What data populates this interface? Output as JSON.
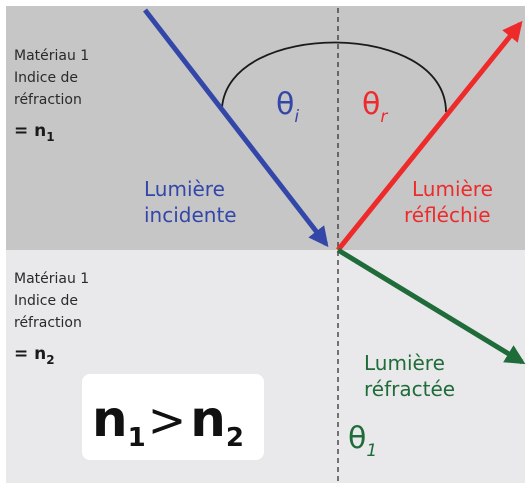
{
  "colors": {
    "top_bg": "#c6c6c7",
    "bottom_bg": "#e9e9eb",
    "frame": "#ffffff",
    "incident": "#3347a8",
    "reflected": "#ee2b2b",
    "refracted": "#1f6b3a",
    "normal_line": "#333333",
    "arc": "#1a1a1a"
  },
  "top_medium": {
    "line1": "Matériau 1",
    "line2": "Indice de",
    "line3": "réfraction",
    "eq_prefix": "= ",
    "n": "n",
    "sub": "1"
  },
  "bottom_medium": {
    "line1": "Matériau 1",
    "line2": "Indice de",
    "line3": "réfraction",
    "eq_prefix": "= ",
    "n": "n",
    "sub": "2"
  },
  "incident": {
    "label_line1": "Lumière",
    "label_line2": "incidente"
  },
  "reflected": {
    "label_line1": "Lumière",
    "label_line2": "réfléchie"
  },
  "refracted": {
    "label_line1": "Lumière",
    "label_line2": "réfractée"
  },
  "angles": {
    "theta_symbol": "θ",
    "incident_sub": "i",
    "reflected_sub": "r",
    "refracted_sub": "1"
  },
  "formula": {
    "n1": "n",
    "n1_sub": "1",
    "op": ">",
    "n2": "n",
    "n2_sub": "2"
  }
}
